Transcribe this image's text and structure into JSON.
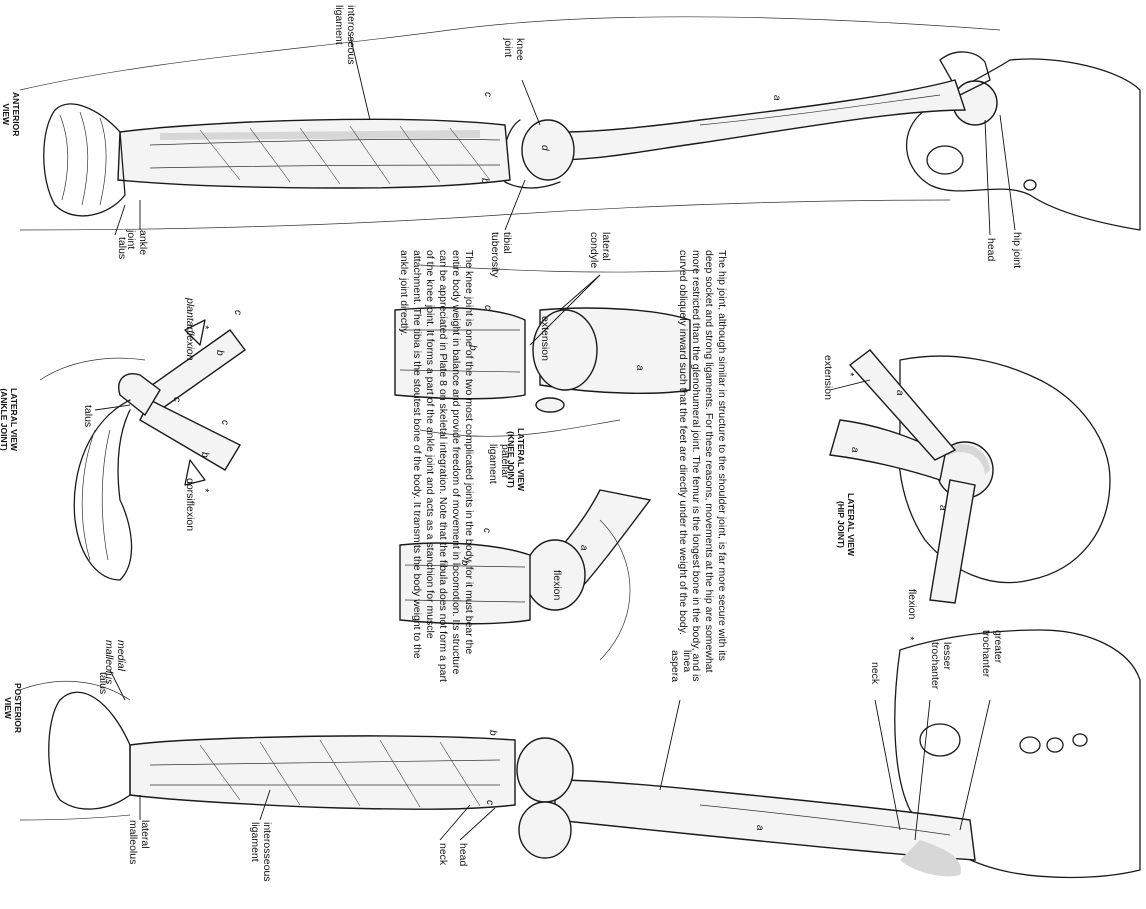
{
  "views": {
    "anterior": "ANTERIOR\nVIEW",
    "posterior": "POSTERIOR\nVIEW",
    "knee": "LATERAL VIEW\n(KNEE JOINT)",
    "hip": "LATERAL VIEW\n(HIP JOINT)",
    "ankle": "LATERAL VIEW\n(ANKLE JOINT)"
  },
  "labels": {
    "interosseous_top": "interosseous\nligament",
    "knee_joint": "knee\njoint",
    "fibial_tuberosity": "tibial\ntuberosity",
    "ankle_joint": "ankle\njoint",
    "talus_top": "talus",
    "head_top": "head",
    "hip_joint": "hip joint",
    "lateral_condyle": "lateral\ncondyle",
    "extension_knee": "extension",
    "patellar_ligament": "patellar\nligament",
    "flexion_knee": "flexion",
    "extension_hip": "extension",
    "flexion_hip": "flexion",
    "plantarflexion": "plantarflexion",
    "dorsiflexion": "dorsiflexion",
    "talus_ankle": "talus",
    "medial_malleolus": "medial\nmalleolus",
    "talus_bottom": "talus",
    "lateral_malleolus": "lateral\nmalleolus",
    "interosseous_bottom": "interosseous\nligament",
    "neck_bottom": "neck",
    "head_bottom": "head",
    "linea_aspera": "linea\naspera",
    "neck_femur": "neck",
    "lesser_trochanter": "lesser\ntrochanter",
    "greater_trochanter": "greater\ntrochanter"
  },
  "letters": {
    "a": "a",
    "b": "b",
    "c": "c",
    "d": "d",
    "star": "*"
  },
  "text": {
    "hip_paragraph": "The hip joint, although similar in structure to the shoulder joint, is far more secure with its deep socket and strong ligaments. For these reasons, movements at the hip are somewhat more restricted than the glenohumeral joint. The femur is the longest bone in the body, and is curved obliquely inward such that the feet are directly under the weight of the body.",
    "knee_paragraph": "The knee joint is one of the two most complicated joints in the body, for it must bear the entire body weight in balance and provide freedom of movement in locomotion. Its structure can be appreciated in Plate 8 on skeletal integration. Note that the fibula does not form a part of the knee joint. It forms a part of the ankle joint and acts as a stanchion for muscle attachment. The tibia is the stoutest bone of the body. It transmits the body weight to the ankle joint directly."
  }
}
